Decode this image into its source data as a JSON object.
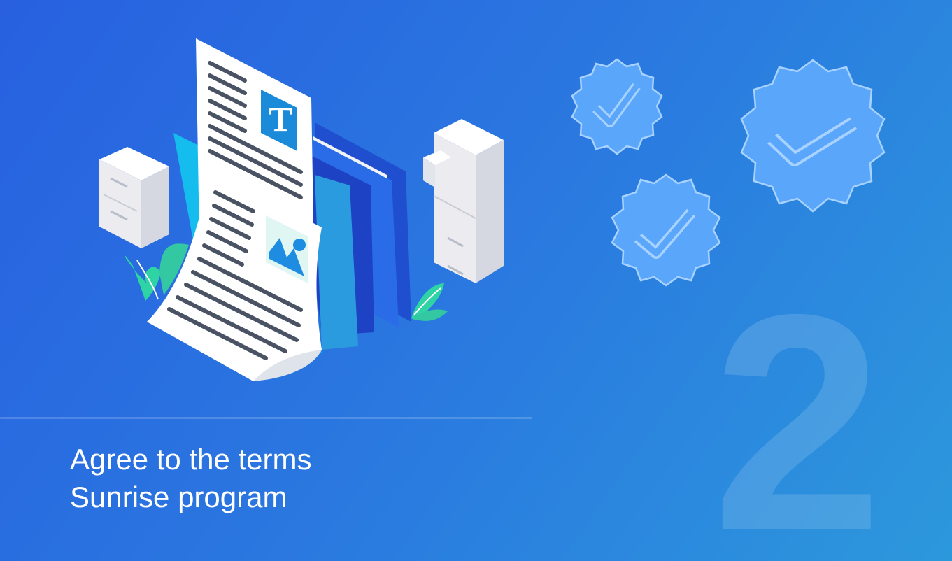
{
  "caption": {
    "line1": "Agree to the terms",
    "line2": "Sunrise program"
  },
  "step_number": "2",
  "illustration": {
    "document_letter": "T",
    "icons": [
      "document-icon",
      "folder-icon",
      "filing-cabinet-icon",
      "plant-icon",
      "image-icon"
    ]
  },
  "badges": [
    "check-badge-icon",
    "check-badge-icon",
    "check-badge-icon"
  ],
  "colors": {
    "background_start": "#2860e0",
    "background_end": "#2c98dc",
    "badge_fill": "#5aa6fb",
    "badge_stroke": "#a8d2ff",
    "accent": "#1d8ad6"
  }
}
